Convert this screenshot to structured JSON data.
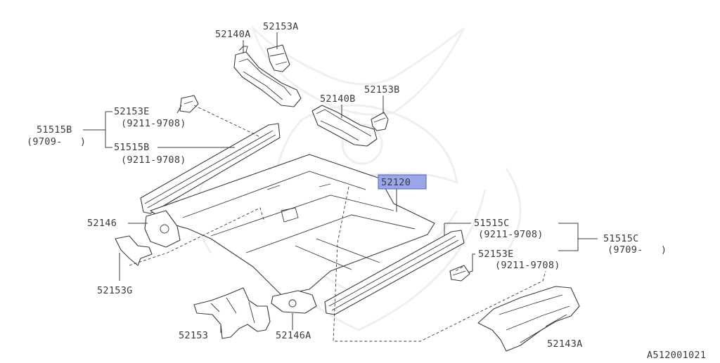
{
  "diagram": {
    "watermark_icon": "samurai-helmet-watermark",
    "highlight_color": "#9aa6e8",
    "labels": {
      "p52140A": "52140A",
      "p52153A": "52153A",
      "p52140B": "52140B",
      "p52153B": "52153B",
      "p52153E_left": "52153E",
      "p52153E_left_range": "(9211-9708)",
      "p51515B": "51515B",
      "p51515B_range": "(9709-   )",
      "p51515B_sub": "51515B",
      "p51515B_sub_range": "(9211-9708)",
      "p52120": "52120",
      "p52146": "52146",
      "p52153G": "52153G",
      "p52153": "52153",
      "p52146A": "52146A",
      "p51515C_sub": "51515C",
      "p51515C_sub_range": "(9211-9708)",
      "p51515C": "51515C",
      "p51515C_range": "(9709-   )",
      "p52153E_right": "52153E",
      "p52153E_right_range": "(9211-9708)",
      "p52143A": "52143A",
      "diagram_id": "A512001021"
    }
  }
}
